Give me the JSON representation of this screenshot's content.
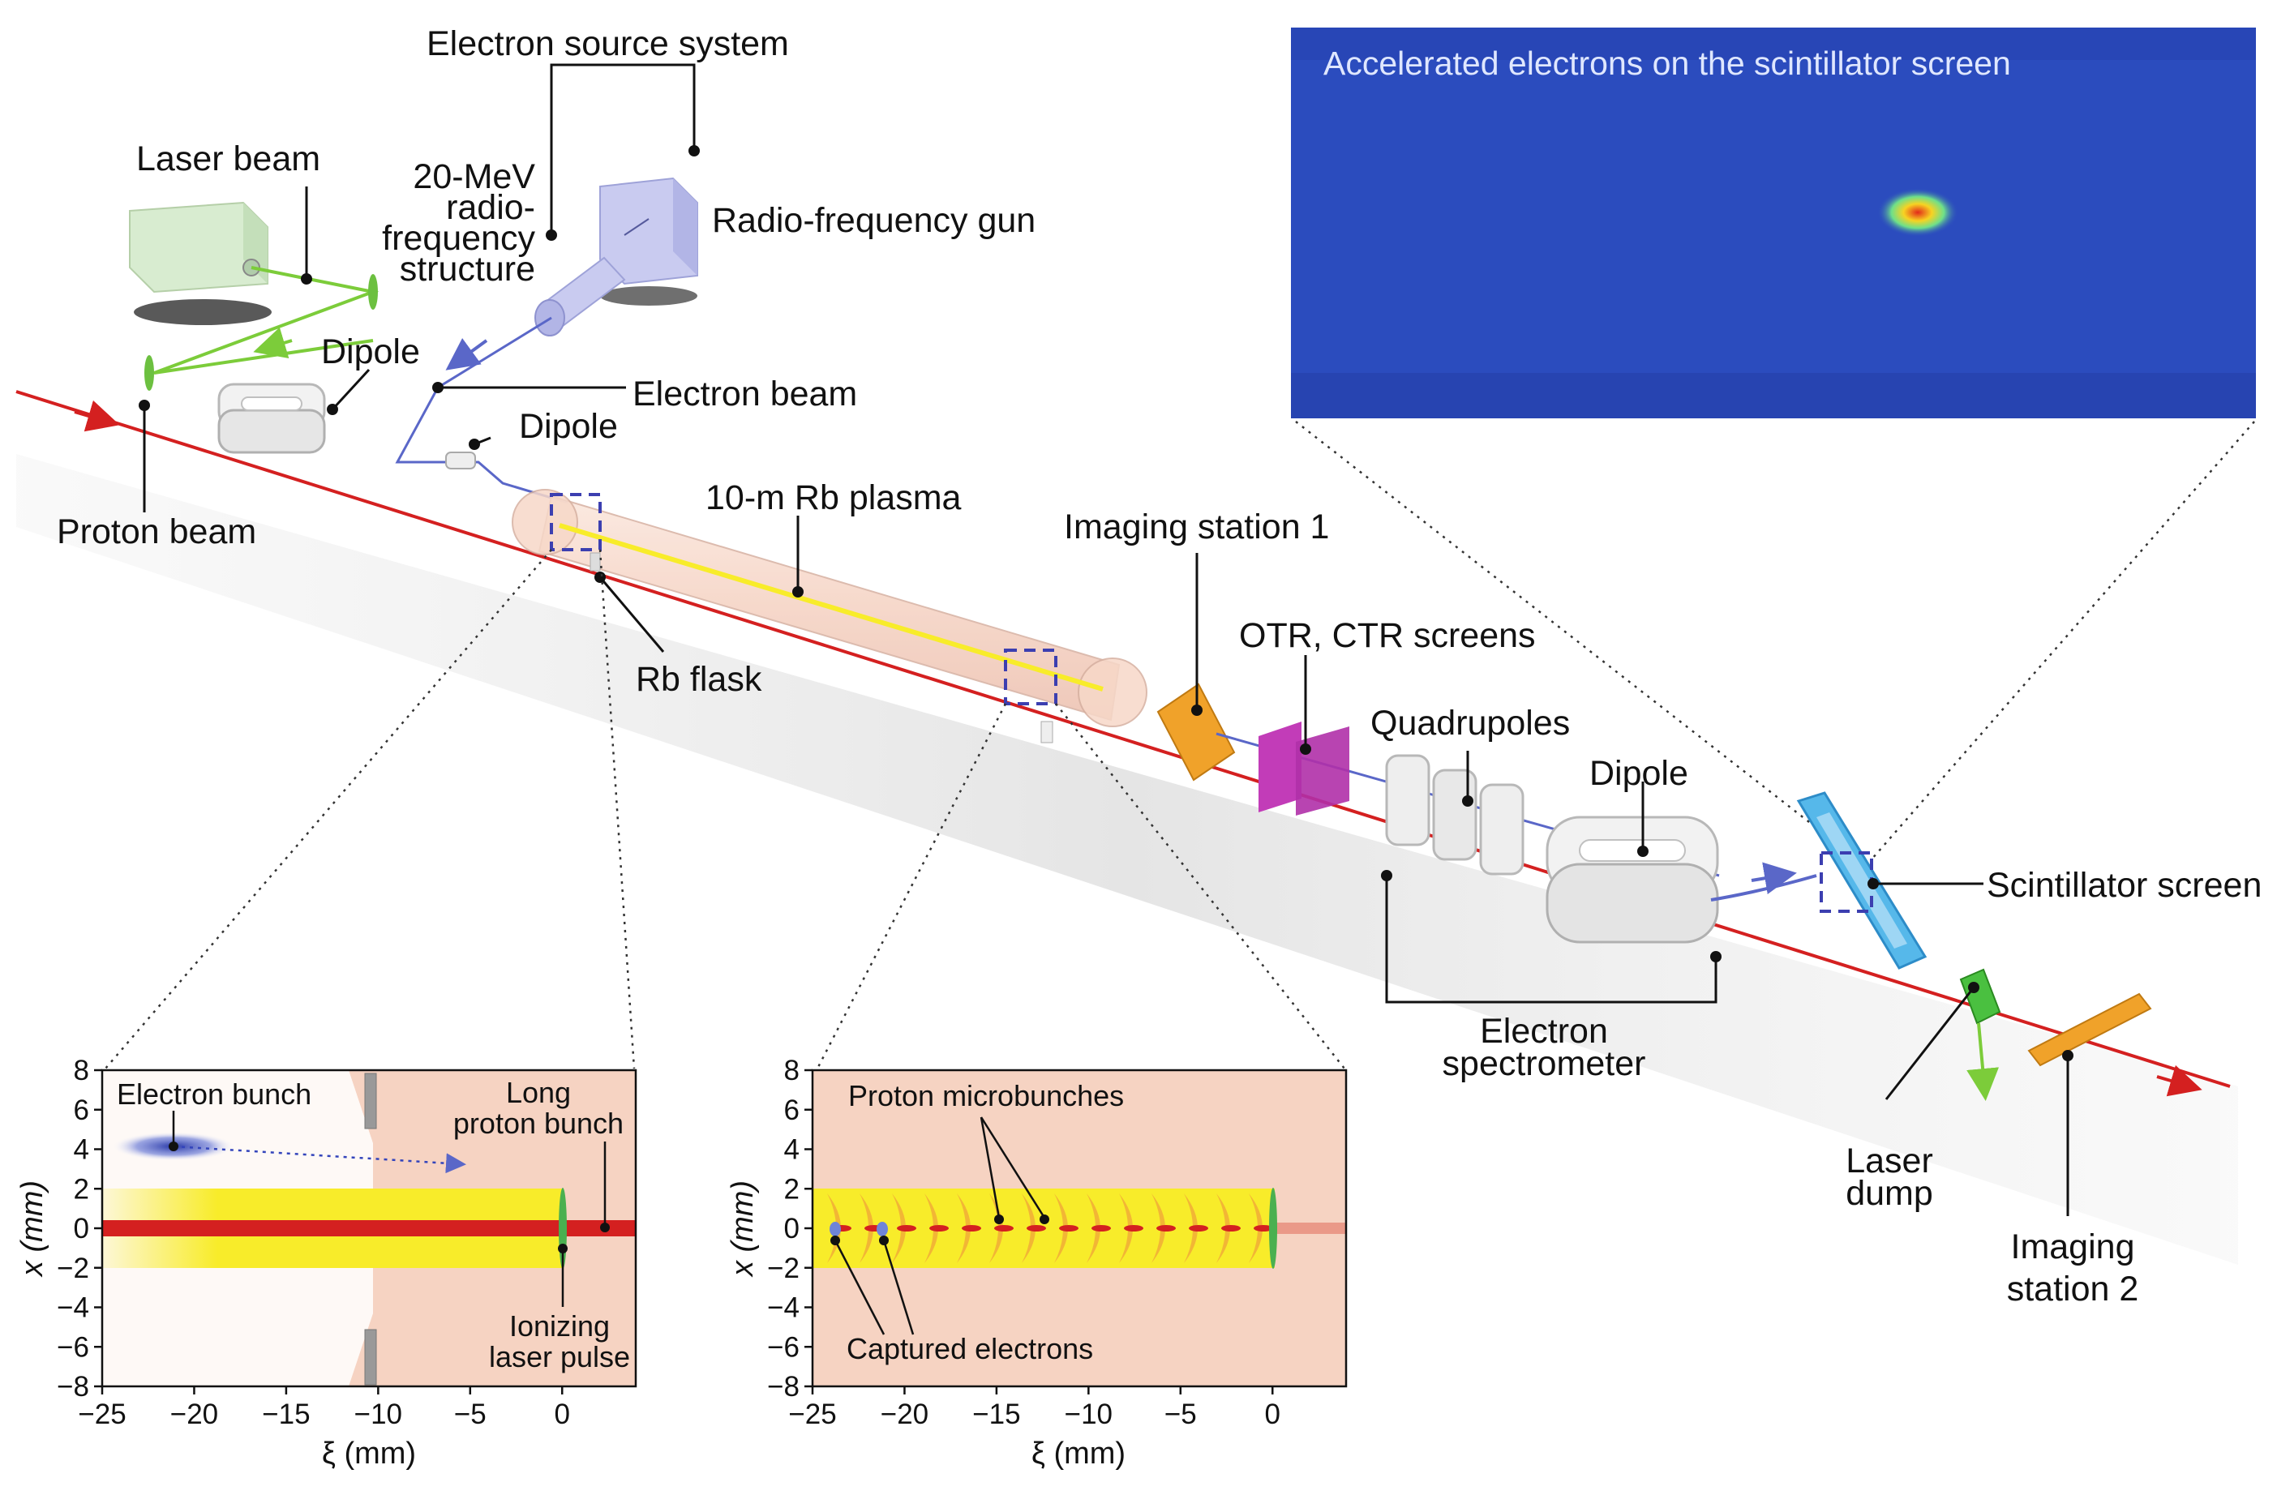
{
  "main_labels": {
    "electron_source_system": "Electron source system",
    "laser_beam": "Laser beam",
    "rf_structure_1": "20-MeV",
    "rf_structure_2": "radio-",
    "rf_structure_3": "frequency",
    "rf_structure_4": "structure",
    "rf_gun": "Radio-frequency gun",
    "dipole_1": "Dipole",
    "electron_beam": "Electron beam",
    "dipole_2": "Dipole",
    "proton_beam": "Proton beam",
    "rb_plasma": "10-m Rb plasma",
    "rb_flask": "Rb flask",
    "imaging_station_1": "Imaging station 1",
    "otr_ctr": "OTR, CTR screens",
    "quadrupoles": "Quadrupoles",
    "dipole_3": "Dipole",
    "scintillator_screen": "Scintillator screen",
    "electron_spectrometer_1": "Electron",
    "electron_spectrometer_2": "spectrometer",
    "laser_dump_1": "Laser",
    "laser_dump_2": "dump",
    "imaging_station_2_1": "Imaging",
    "imaging_station_2_2": "station 2"
  },
  "scintillator_panel": {
    "title": "Accelerated electrons on the scintillator screen"
  },
  "inset_left": {
    "electron_bunch": "Electron bunch",
    "long_proton_1": "Long",
    "long_proton_2": "proton bunch",
    "ionizing_1": "Ionizing",
    "ionizing_2": "laser pulse",
    "xlabel": "ξ (mm)",
    "ylabel": "x (mm)"
  },
  "inset_right": {
    "proton_microbunches": "Proton microbunches",
    "captured_electrons": "Captured electrons",
    "xlabel": "ξ (mm)",
    "ylabel": "x (mm)"
  },
  "axes": {
    "x_ticks": [
      "−25",
      "−20",
      "−15",
      "−10",
      "−5",
      "0"
    ],
    "y_ticks": [
      "8",
      "6",
      "4",
      "2",
      "0",
      "−2",
      "−4",
      "−6",
      "−8"
    ],
    "x_range": [
      -25,
      4
    ],
    "y_range": [
      -8,
      8
    ]
  },
  "colors": {
    "proton": "#d42020",
    "electron": "#5a67c8",
    "laser": "#7ccc3a",
    "plasma_bg": "#f6d3c2",
    "plasma_yellow": "#f8ec2a",
    "screen_bg": "#2b4cbe",
    "orange": "#f0a22a",
    "magenta": "#c23cb8",
    "cyan": "#56b8ea"
  }
}
